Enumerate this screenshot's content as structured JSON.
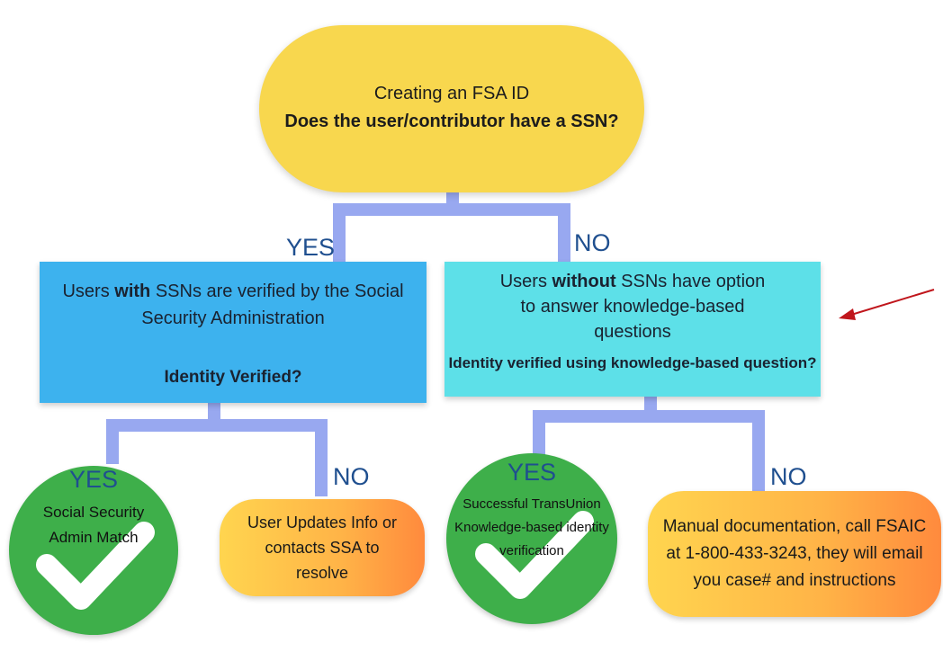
{
  "top": {
    "line1": "Creating an FSA ID",
    "line2": "Does the user/contributor have a SSN?"
  },
  "labels": {
    "yes_top": "YES",
    "no_top": "NO",
    "yes_left": "YES",
    "no_left": "NO",
    "yes_right": "YES",
    "no_right": "NO"
  },
  "left_box": {
    "pre": "Users ",
    "bold": "with",
    "post": " SSNs are verified by the Social Security Administration",
    "question": "Identity Verified?"
  },
  "right_box": {
    "pre": "Users ",
    "bold": "without",
    "post": " SSNs have option to answer knowledge-based questions",
    "question": "Identity verified using knowledge-based question?"
  },
  "outcome_left_yes": "Social Security Admin Match",
  "outcome_left_no": "User Updates Info or contacts SSA to resolve",
  "outcome_right_yes": "Successful TransUnion Knowledge-based identity verification",
  "outcome_right_no": "Manual documentation, call FSAIC at 1-800-433-3243, they will email you case# and instructions",
  "colors": {
    "connector": "#98a8f0",
    "top_oval": "#f8d74e",
    "left_box": "#3db2ee",
    "right_box": "#5de0e8",
    "check_circle": "#3eaf4a",
    "arrow": "#c0161c"
  }
}
